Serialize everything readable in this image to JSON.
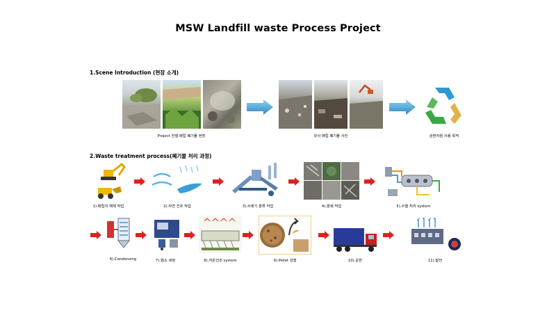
{
  "title": "MSW Landfill waste Process Project",
  "section1": {
    "heading": "1.Scene Introduction (현장 소개)",
    "captions": {
      "site": "Project 진행 매립 폐기물 현장",
      "similar": "유사 매립 폐기물 사진",
      "purpose": "순환자원 사용 목적"
    }
  },
  "section2": {
    "heading": "2.Waste treatment process(폐기물 처리 과정)",
    "steps": [
      "1).매립지 해체 작업",
      "2).자연 건조 작업",
      "3).쓰레기 분류 작업",
      "4).분쇄 작업",
      "5).수열 처리 system",
      "6).Condensing",
      "7).염소 세정",
      "8).저온건조 system",
      "9).Pellet 성형",
      "10).운반",
      "11).발전"
    ]
  },
  "colors": {
    "arrow_red": "#e02020",
    "arrow_blue": "#4aa3d8",
    "accent_green": "#3aa845"
  }
}
